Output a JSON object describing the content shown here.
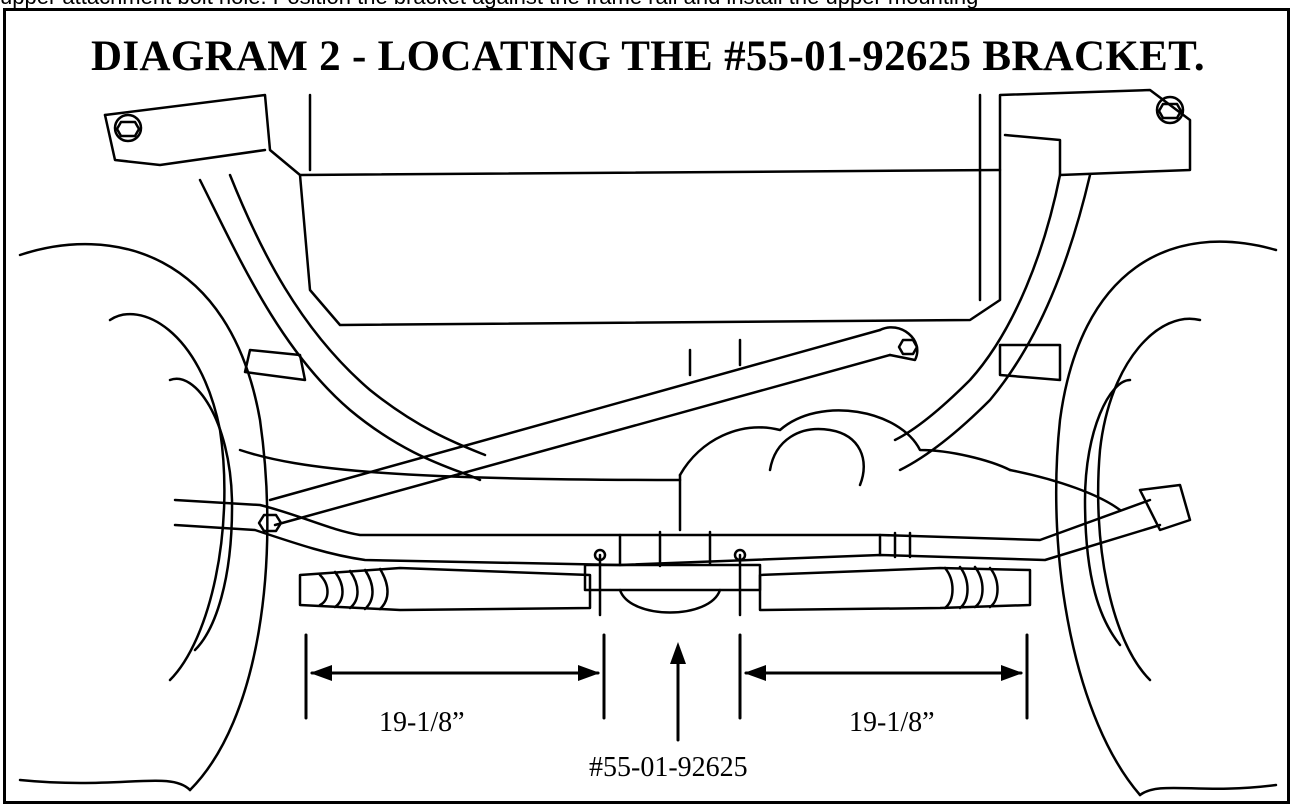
{
  "header_text": "upper attachment bolt hole. Position the bracket against the frame rail and install the upper mounting",
  "title": "DIAGRAM  2 - LOCATING THE #55-01-92625 BRACKET.",
  "dimensions": {
    "left": "19-1/8”",
    "right": "19-1/8”"
  },
  "part_label": "#55-01-92625"
}
